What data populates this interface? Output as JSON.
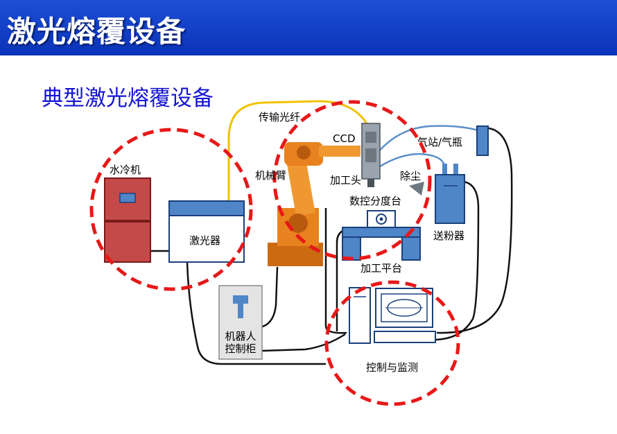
{
  "header": {
    "title": "激光熔覆设备"
  },
  "subtitle": "典型激光熔覆设备",
  "components": {
    "chiller": "水冷机",
    "laser": "激光器",
    "fiber": "传输光纤",
    "robot_arm": "机械臂",
    "ccd": "CCD",
    "head": "加工头",
    "gas": "气站/气瓶",
    "dust": "除尘",
    "indexing_table": "数控分度台",
    "powder_feeder": "送粉器",
    "work_platform": "加工平台",
    "robot_cabinet_line1": "机器人",
    "robot_cabinet_line2": "控制柜",
    "control": "控制与监测"
  },
  "colors": {
    "title_bar": "#0a33b8",
    "subtitle": "#1414d4",
    "highlight_circle": "#e81818",
    "fiber": "#f2c200",
    "gas_line": "#5b8fc9",
    "chiller": "#c44a4a",
    "equipment_blue": "#4e86c8",
    "robot": "#e8821e"
  }
}
